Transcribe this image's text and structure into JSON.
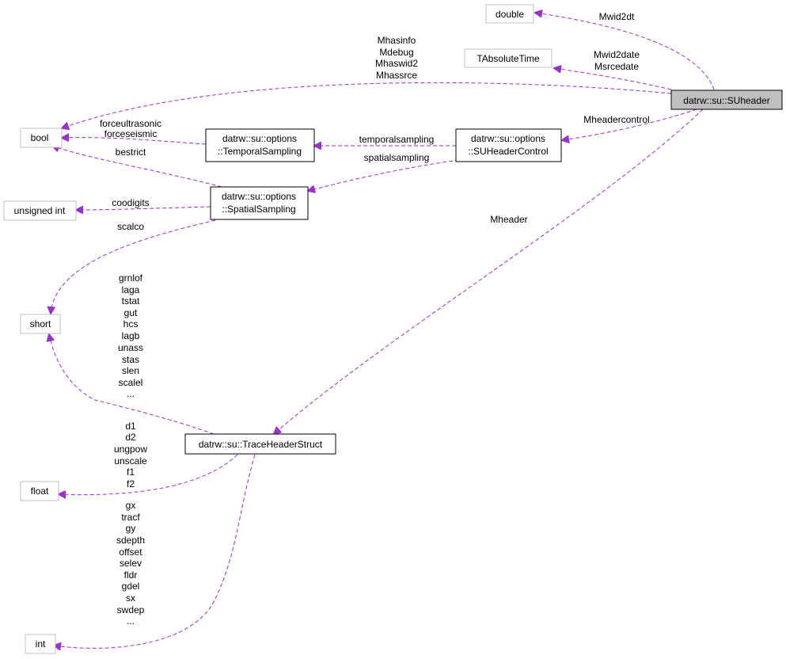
{
  "nodes": {
    "double": "double",
    "tabsolutetime": "TAbsoluteTime",
    "suheader": "datrw::su::SUheader",
    "bool": "bool",
    "temporal_l1": "datrw::su::options",
    "temporal_l2": "::TemporalSampling",
    "control_l1": "datrw::su::options",
    "control_l2": "::SUHeaderControl",
    "unsigned_int": "unsigned int",
    "spatial_l1": "datrw::su::options",
    "spatial_l2": "::SpatialSampling",
    "short": "short",
    "traceheader": "datrw::su::TraceHeaderStruct",
    "float": "float",
    "int": "int"
  },
  "edge_labels": {
    "mwid2dt": "Mwid2dt",
    "mwid2date": "Mwid2date",
    "msrcedate": "Msrcedate",
    "bool_members": [
      "Mhasinfo",
      "Mdebug",
      "Mhaswid2",
      "Mhassrce"
    ],
    "mheadercontrol": "Mheadercontrol",
    "mheader": "Mheader",
    "temporal_bool": [
      "forceultrasonic",
      "forceseismic"
    ],
    "bestrict": "bestrict",
    "temporalsampling": "temporalsampling",
    "spatialsampling": "spatialsampling",
    "coodigits": "coodigits",
    "scalco": "scalco",
    "short_members": [
      "grnlof",
      "laga",
      "tstat",
      "gut",
      "hcs",
      "lagb",
      "unass",
      "stas",
      "slen",
      "scalel",
      "..."
    ],
    "float_members": [
      "d1",
      "d2",
      "ungpow",
      "unscale",
      "f1",
      "f2"
    ],
    "int_members": [
      "gx",
      "tracf",
      "gy",
      "sdepth",
      "offset",
      "selev",
      "fldr",
      "gdel",
      "sx",
      "swdep",
      "..."
    ]
  },
  "colors": {
    "edge": "#9a32cd",
    "primitive_border": "#bfbfbf",
    "root_fill": "#bfbfbf"
  }
}
